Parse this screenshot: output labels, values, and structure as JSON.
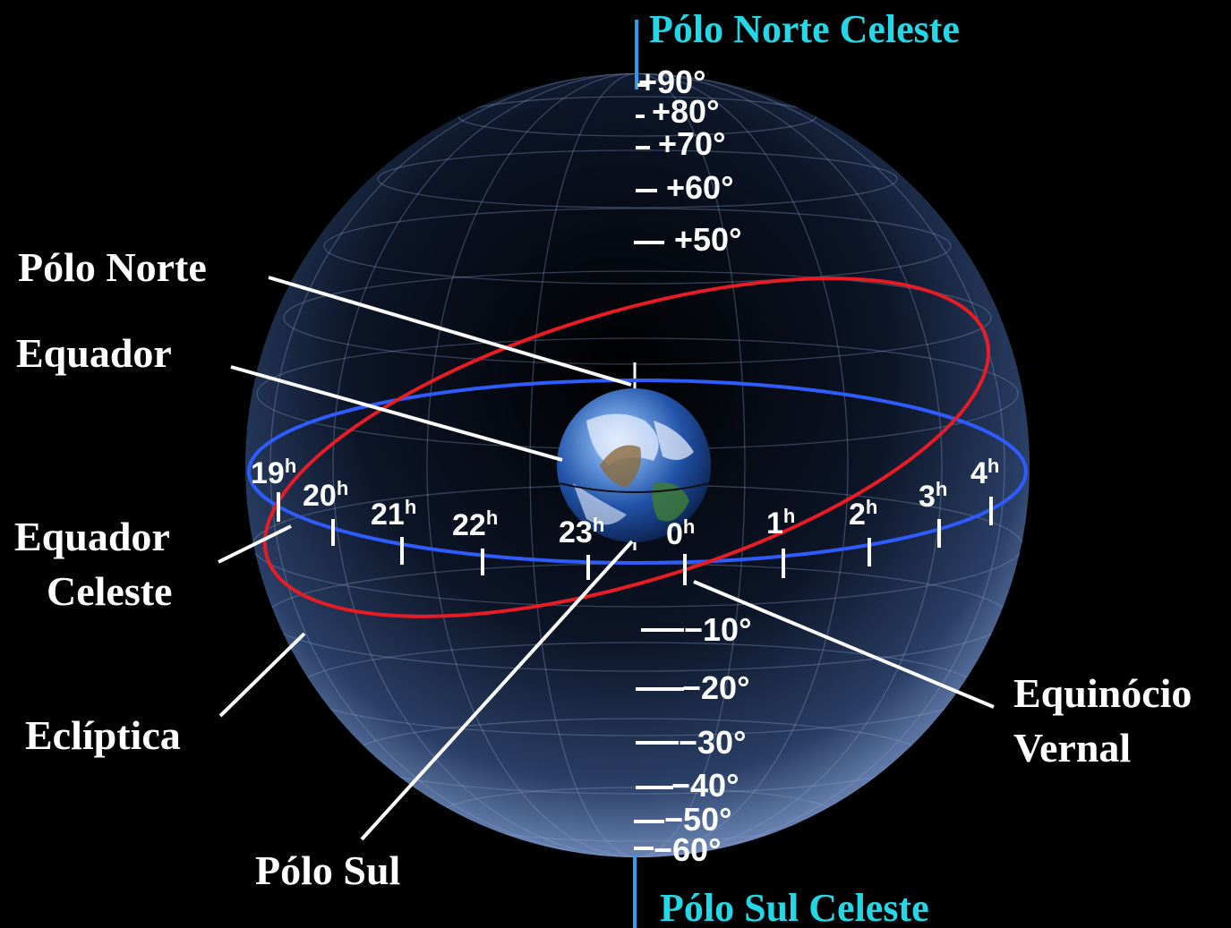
{
  "title_north": "Pólo Norte Celeste",
  "title_south": "Pólo Sul Celeste",
  "labels": {
    "polo_norte": "Pólo Norte",
    "equador": "Equador",
    "equador_celeste_1": "Equador",
    "equador_celeste_2": "Celeste",
    "ecliptica": "Eclíptica",
    "polo_sul": "Pólo Sul",
    "equinocio_1": "Equinócio",
    "equinocio_2": "Vernal"
  },
  "hour_labels": [
    "19",
    "20",
    "21",
    "22",
    "23",
    "0",
    "1",
    "2",
    "3",
    "4"
  ],
  "hour_suffix": "h",
  "north_declinations": [
    "+90°",
    "+80°",
    "+70°",
    "+60°",
    "+50°"
  ],
  "south_declinations": [
    "−10°",
    "−20°",
    "−30°",
    "−40°",
    "−50°",
    "−60°"
  ],
  "colors": {
    "sphere": "#2a3f66",
    "celestial_equator": "#2f5cff",
    "ecliptic": "#e81c24",
    "axis": "#2a9ff0",
    "pole_title": "#22d8e6",
    "label": "#ffffff"
  }
}
